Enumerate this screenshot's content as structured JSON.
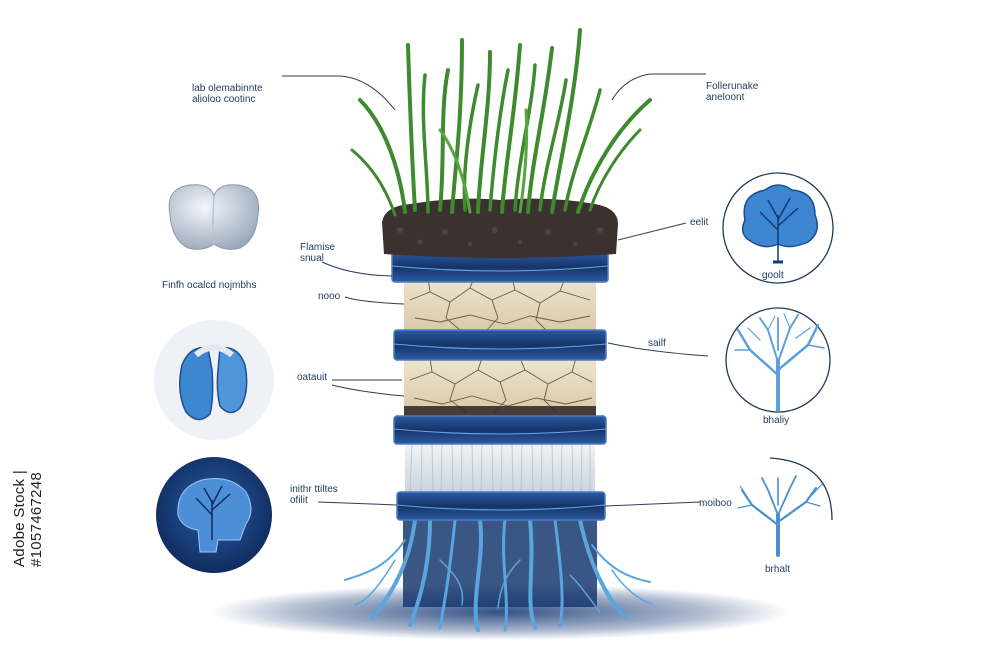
{
  "labels": {
    "top_left": "lab olemabinnte\nalioloo cootinc",
    "top_right": "Follerunake\naneloont",
    "left_upper": "Flamise\nsnual",
    "left_icon_caption": "Finfh ocalcd nojmbhs",
    "left_mid": "nooo",
    "left_lower": "oatauit",
    "left_bottom": "inithr ttiltes\nofilit",
    "right_top": "eelit",
    "right_top_caption": "goolt",
    "right_mid": "sailf",
    "right_mid_caption": "bhaliy",
    "right_low": "moiboo",
    "right_low_caption": "brhalt"
  },
  "watermark_id": "Adobe Stock | #1057467248",
  "colors": {
    "band": "#1d3f7a",
    "band_edge": "#4a7fc4",
    "soil": "#3b3230",
    "grass": "#3f8a2e",
    "sediment": "#e8dcc3",
    "root": "#5aa4e0",
    "accent_blue": "#2f7bc4"
  },
  "icons": [
    "tooth-icon",
    "lung-icon",
    "head-tree-icon",
    "brain-tree-icon",
    "tree-icon",
    "tree-small-icon"
  ]
}
